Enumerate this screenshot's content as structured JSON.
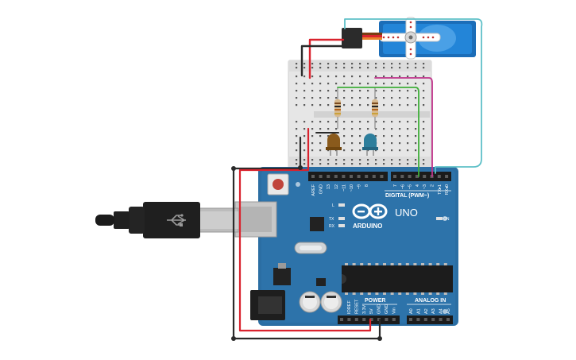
{
  "board": {
    "brand": "ARDUINO",
    "model": "UNO",
    "digital_header": "DIGITAL (PWM~)",
    "power_header": "POWER",
    "analog_header": "ANALOG IN",
    "on_label": "ON",
    "led_l": "L",
    "led_tx": "TX",
    "led_rx": "RX",
    "digital_pins": [
      "AREF",
      "GND",
      "13",
      "12",
      "~11",
      "~10",
      "~9",
      "8",
      "7",
      "~6",
      "~5",
      "4",
      "~3",
      "2",
      "TX▸1",
      "RX◂0"
    ],
    "power_pins": [
      "IOREF",
      "RESET",
      "3.3V",
      "5V",
      "GND",
      "GND",
      "Vin"
    ],
    "analog_pins": [
      "A0",
      "A1",
      "A2",
      "A3",
      "A4",
      "A5"
    ]
  },
  "colors": {
    "board": "#2b6ea3",
    "board_dark": "#1d5585",
    "breadboard": "#e6e6e6",
    "wire_red": "#d9232e",
    "wire_black": "#2a2a2a",
    "wire_green": "#3fae3a",
    "wire_magenta": "#c0338a",
    "wire_cyan": "#5fc0c8",
    "servo": "#1f7ccf",
    "led_yellow": "#8a5a1c",
    "led_blue": "#2d7e9c"
  },
  "icons": [
    "usb-plug-icon",
    "reset-button-icon",
    "arduino-infinity-logo-icon"
  ]
}
